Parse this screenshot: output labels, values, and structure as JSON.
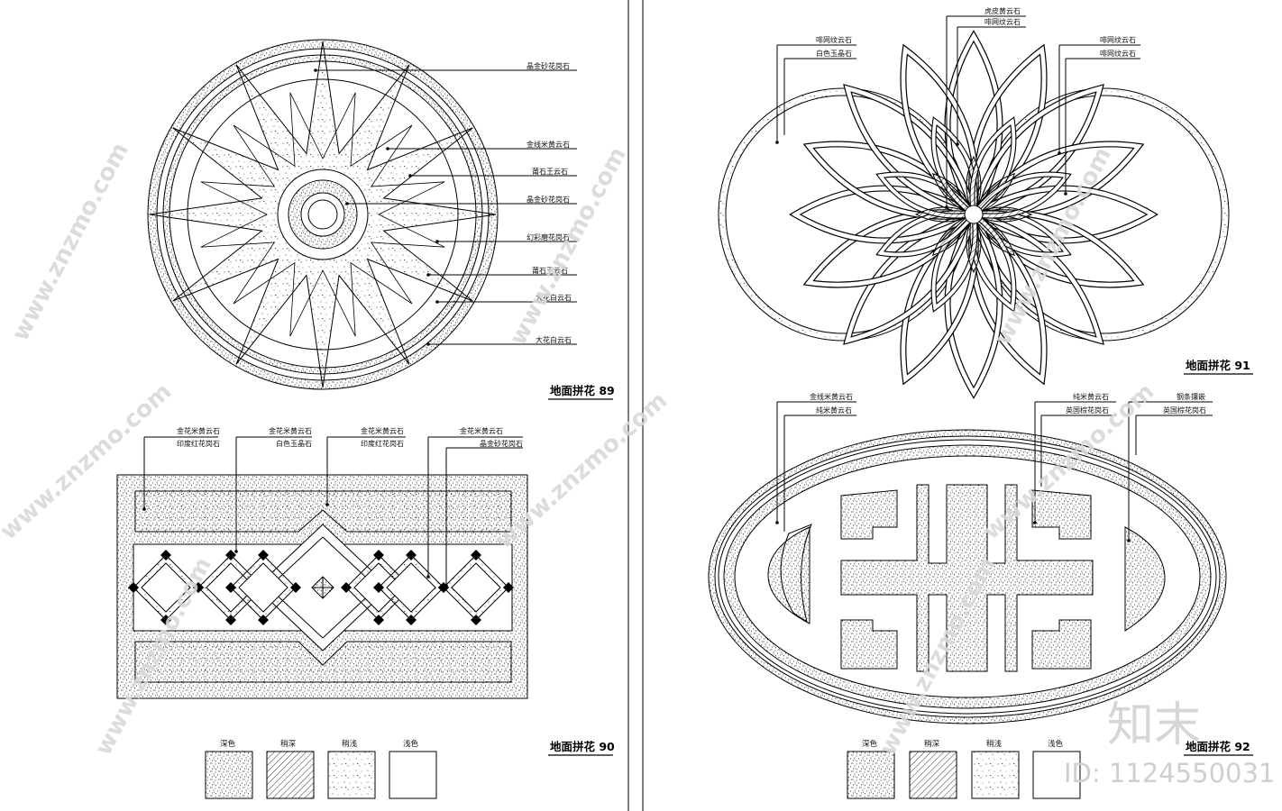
{
  "watermark": {
    "text": "www.znzmo.com",
    "brand_text": "知末",
    "id_text": "ID: 1124550031"
  },
  "panel89": {
    "title": "地面拼花 89",
    "callouts": [
      "晶金砂花岗石",
      "金线米黄云石",
      "莆石王云石",
      "晶金砂花岗石",
      "幻彩磨花岗石",
      "莆石王云石",
      "大花白云石",
      "大花白云石"
    ]
  },
  "panel90": {
    "title": "地面拼花 90",
    "callouts_top": [
      "金花米黄云石",
      "金花米黄云石",
      "金花米黄云石",
      "金花米黄云石"
    ],
    "callouts_bottom": [
      "印度红花岗石",
      "白色玉晶石",
      "印度红花岗石",
      "晶金砂花岗石"
    ],
    "legend": [
      "深色",
      "稍深",
      "稍浅",
      "浅色"
    ]
  },
  "panel91": {
    "title": "地面拼花 91",
    "callouts": [
      "虎皮黄云石",
      "啡网纹云石",
      "啡网纹云石",
      "白色玉晶石",
      "啡网纹云石",
      "啡网纹云石"
    ]
  },
  "panel92": {
    "title": "地面拼花 92",
    "callouts": [
      "金线米黄云石",
      "纯米黄云石",
      "纯米黄云石",
      "英国棕花岗石",
      "钢条镶嵌",
      "英国棕花岗石"
    ],
    "legend": [
      "深色",
      "稍深",
      "稍浅",
      "浅色"
    ]
  }
}
